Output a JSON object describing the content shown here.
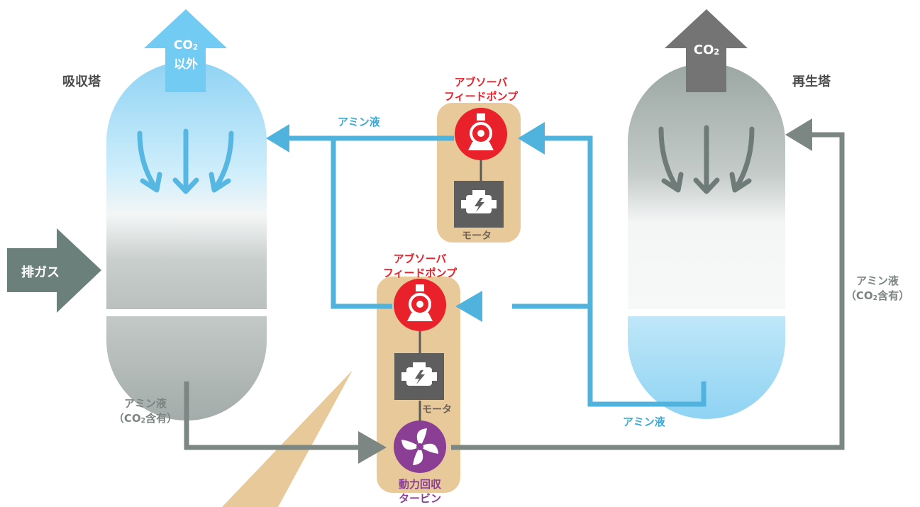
{
  "towers": {
    "absorber": {
      "label": "吸収塔",
      "outlet_line1": "CO",
      "outlet_sub": "2",
      "outlet_line2": "以外"
    },
    "regenerator": {
      "label": "再生塔",
      "outlet": "CO",
      "outlet_sub": "2"
    }
  },
  "inlet": {
    "label": "排ガス"
  },
  "pump_upper": {
    "label_line1": "アブソーバ",
    "label_line2": "フィードポンプ",
    "motor_label": "モータ"
  },
  "pump_lower": {
    "label_line1": "アブソーバ",
    "label_line2": "フィードポンプ",
    "motor_label": "モータ"
  },
  "turbine": {
    "label_line1": "動力回収",
    "label_line2": "タービン"
  },
  "flows": {
    "amine_top": "アミン液",
    "amine_bottom": "アミン液",
    "rich_left_line1": "アミン液",
    "rich_left_line2_pre": "（CO",
    "rich_left_line2_sub": "2",
    "rich_left_line2_post": "含有）",
    "rich_right_line1": "アミン液",
    "rich_right_line2_pre": "（CO",
    "rich_right_line2_sub": "2",
    "rich_right_line2_post": "含有）"
  },
  "colors": {
    "lean_amine": "#4fb3de",
    "rich_amine": "#7c8783",
    "pump_red": "#e8212b",
    "turbine_purple": "#8a3f95",
    "equipment_bg": "#e8c99a",
    "motor_gray": "#5e5e5e"
  }
}
